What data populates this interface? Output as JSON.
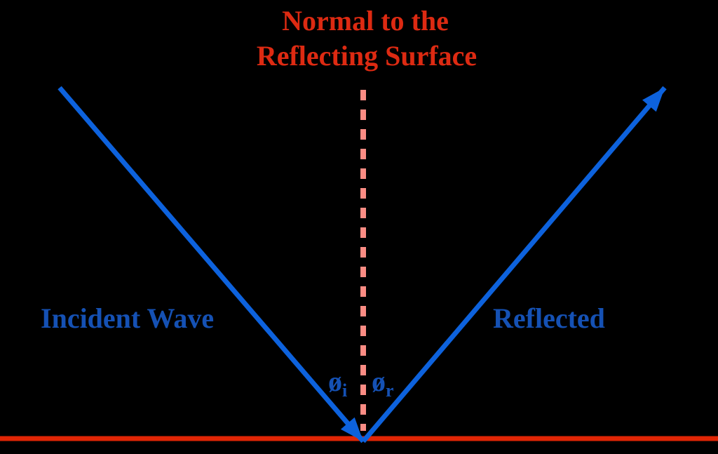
{
  "title": {
    "line1": "Normal to the",
    "line2": "Reflecting Surface"
  },
  "rays": {
    "incident_label": "Incident Wave",
    "reflected_label": "Reflected"
  },
  "angles": {
    "incident": {
      "symbol": "ø",
      "subscript": "i"
    },
    "reflected": {
      "symbol": "ø",
      "subscript": "r"
    }
  },
  "colors": {
    "background": "#000000",
    "ray_blue": "#0d62dd",
    "label_blue": "#1551b4",
    "title_red": "#dd2a12",
    "surface_red": "#e02505",
    "normal_salmon": "#fb8c84"
  }
}
